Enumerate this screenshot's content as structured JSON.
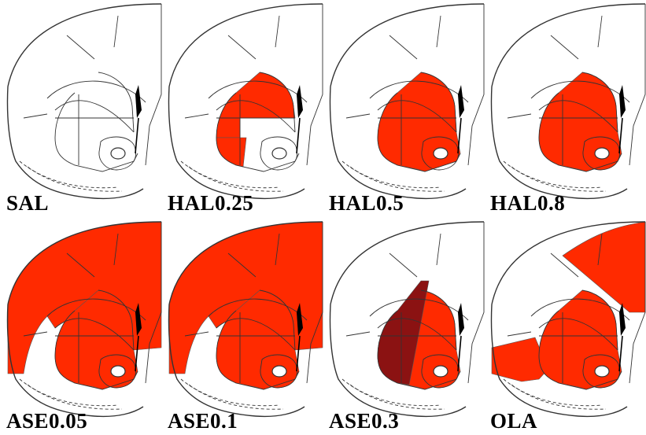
{
  "colors": {
    "lesion": "#ff2a00",
    "lesion_dark": "#8b1212",
    "outline": "#333333",
    "ventricle": "#000000"
  },
  "panels": [
    {
      "label": "SAL",
      "regions": []
    },
    {
      "label": "HAL0.25",
      "regions": [
        "striatum_upper",
        "striatum_lower_left"
      ]
    },
    {
      "label": "HAL0.5",
      "regions": [
        "striatum_full"
      ]
    },
    {
      "label": "HAL0.8",
      "regions": [
        "striatum_full",
        "accumbens"
      ]
    },
    {
      "label": "ASE0.05",
      "regions": [
        "cortex_full",
        "striatum_full",
        "accumbens"
      ]
    },
    {
      "label": "ASE0.1",
      "regions": [
        "cortex_full",
        "striatum_full",
        "accumbens"
      ]
    },
    {
      "label": "ASE0.3",
      "regions": [
        "striatum_full",
        "striatum_lateral_dark",
        "accumbens"
      ]
    },
    {
      "label": "OLA",
      "regions": [
        "cortex_top",
        "cortex_lateral",
        "striatum_full",
        "accumbens"
      ]
    }
  ]
}
